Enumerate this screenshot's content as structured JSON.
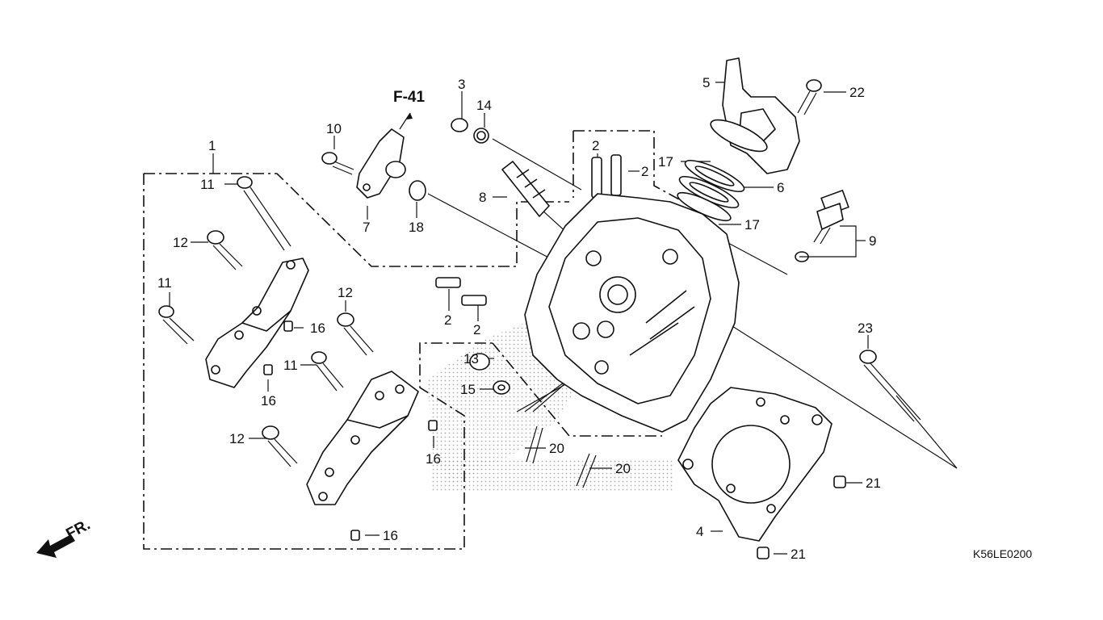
{
  "diagram_code": "K56LE0200",
  "direction_label": "FR.",
  "reference_label": "F-41",
  "callouts": {
    "c1": "1",
    "c2a": "2",
    "c2b": "2",
    "c2c": "2",
    "c2d": "2",
    "c3": "3",
    "c4": "4",
    "c5": "5",
    "c6": "6",
    "c7": "7",
    "c8": "8",
    "c9": "9",
    "c10": "10",
    "c11a": "11",
    "c11b": "11",
    "c11c": "11",
    "c12a": "12",
    "c12b": "12",
    "c12c": "12",
    "c13": "13",
    "c14": "14",
    "c15": "15",
    "c16a": "16",
    "c16b": "16",
    "c16c": "16",
    "c16d": "16",
    "c17a": "17",
    "c17b": "17",
    "c18": "18",
    "c20a": "20",
    "c20b": "20",
    "c21a": "21",
    "c21b": "21",
    "c22": "22",
    "c23": "23"
  }
}
